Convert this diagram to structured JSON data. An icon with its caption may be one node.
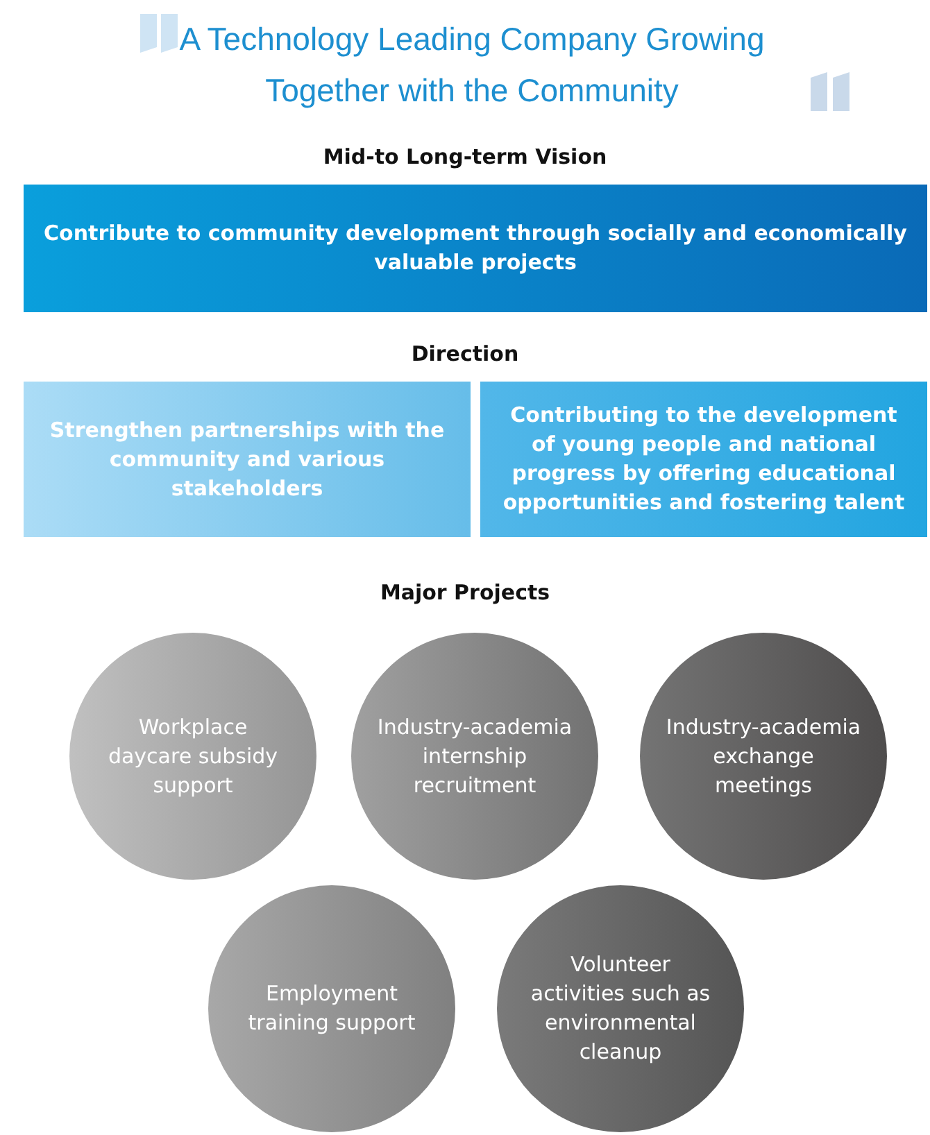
{
  "diagram": {
    "title": "A Technology Leading Company Growing Together with the Community",
    "nodes": [
      {
        "text": [
          "Contribute to community development through socially and economically valuable projects"
        ]
      },
      {
        "text": [
          "Strengthen partnerships with the community and various stakeholders"
        ]
      },
      {
        "text": [
          "Contributing to the development of young people and national progress by offering educational opportunities and fostering talent"
        ]
      },
      {
        "text": [
          "Workplace daycare subsidy support"
        ]
      },
      {
        "text": [
          "Industry-academia internship recruitment"
        ]
      },
      {
        "text": [
          "Industry-academia exchange meetings"
        ]
      },
      {
        "text": [
          "Employment training support"
        ]
      },
      {
        "text": [
          "Volunteer activities such as environmental cleanup"
        ]
      }
    ],
    "labels": [
      "Mid-to Long-term Vision",
      "Direction",
      "Major Projects"
    ]
  }
}
